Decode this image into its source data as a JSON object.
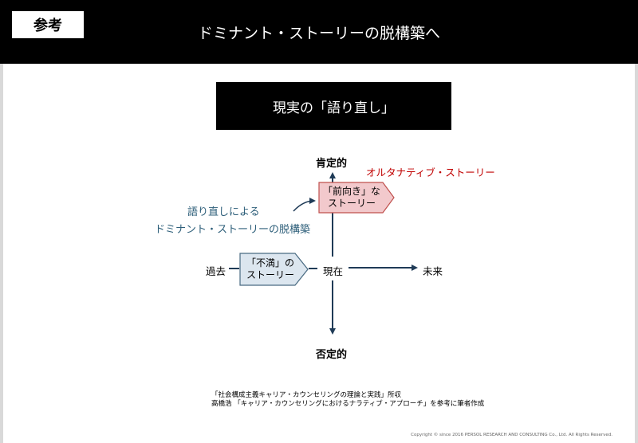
{
  "header": {
    "tag": "参考",
    "title": "ドミナント・ストーリーの脱構築へ"
  },
  "banner": "現実の「語り直し」",
  "diagram": {
    "top_label": "肯定的",
    "bottom_label": "否定的",
    "left_label": "過去",
    "center_label": "現在",
    "right_label": "未来",
    "alternative_label": "オルタナティブ・ストーリー",
    "retelling_line1": "語り直しによる",
    "retelling_line2": "ドミナント・ストーリーの脱構築",
    "positive_box_line1": "「前向き」な",
    "positive_box_line2": "ストーリー",
    "dissatisfied_box_line1": "「不満」の",
    "dissatisfied_box_line2": "ストーリー",
    "colors": {
      "positive_fill": "#f2c9cc",
      "positive_stroke": "#c0504d",
      "dissatisfied_fill": "#dce6ef",
      "dissatisfied_stroke": "#4a6b82",
      "axis": "#1f3b57",
      "alternative_text": "#c00000",
      "retelling_text": "#2e5f7a"
    }
  },
  "source": {
    "line1": "「社会構成主義キャリア・カウンセリングの理論と実践」所収",
    "line2": "高橋浩 「キャリア・カウンセリングにおけるナラティブ・アプローチ」を参考に筆者作成"
  },
  "copyright": "Copyright © since 2016 PERSOL RESEARCH AND CONSULTING Co., Ltd. All Rights Reserved."
}
